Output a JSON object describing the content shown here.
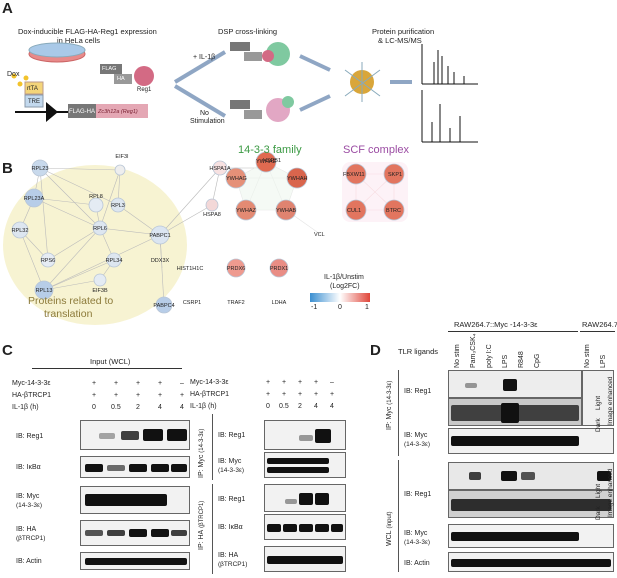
{
  "panel_a": {
    "letter": "A",
    "step1_title": "Dox-inducible FLAG-HA-Reg1 expression",
    "step1_sub": "in HeLa cells",
    "dox": "Dox",
    "rtta": "rtTA",
    "tre": "TRE",
    "construct_tag": "FLAG-HA",
    "construct_gene": "Zc3h12a (Reg1)",
    "flag": "FLAG",
    "ha": "HA",
    "reg1": "Reg1",
    "step2_title": "DSP cross-linking",
    "il1b": "+ IL-1β",
    "nostim1": "No",
    "nostim2": "Stimulation",
    "step3_title1": "Protein purification",
    "step3_title2": "& LC-MS/MS"
  },
  "panel_b": {
    "letter": "B",
    "family_title": "14-3-3 family",
    "scf_title": "SCF complex",
    "translation_label1": "Proteins related to",
    "translation_label2": "translation",
    "legend_title1": "IL-1β/Unstim",
    "legend_title2": "(Log2FC)",
    "legend_ticks": [
      "-1",
      "0",
      "1"
    ],
    "nodes": [
      "RPL23",
      "EIF3I",
      "RPL23A",
      "RPL3",
      "RPL32",
      "RPL8",
      "RPL6",
      "PABPC1",
      "RPS6",
      "RPL34",
      "DDX3X",
      "RPL13",
      "EIF3B",
      "PABPC4",
      "HSPA1A",
      "HSPB1",
      "HSPA8",
      "HIST1H1C",
      "CSRP1",
      "PRDX6",
      "TRAF2",
      "PRDX1",
      "LDHA",
      "YWHAE",
      "YWHAG",
      "YWHAH",
      "YWHAZ",
      "YWHAB",
      "VCL",
      "FBXW11",
      "SKP1",
      "CUL1",
      "BTRC"
    ]
  },
  "panel_c": {
    "letter": "C",
    "input_title": "Input (WCL)",
    "row_myc": "Myc-14-3-3ε",
    "row_ha": "HA-βTRCP1",
    "row_il": "IL-1β (h)",
    "myc_signs": [
      "+",
      "+",
      "+",
      "+",
      "–"
    ],
    "ha_signs": [
      "+",
      "+",
      "+",
      "+",
      "+"
    ],
    "times": [
      "0",
      "0.5",
      "2",
      "4",
      "4"
    ],
    "ib_reg1": "IB: Reg1",
    "ib_ikba": "IB: IκBα",
    "ib_myc": "IB: Myc",
    "myc_sub": "(14-3-3ε)",
    "ib_ha": "IB: HA",
    "ha_sub": "(βTRCP1)",
    "ib_actin": "IB: Actin",
    "ip_myc": "IP: Myc",
    "ip_ha": "IP: HA"
  },
  "panel_d": {
    "letter": "D",
    "group1": "RAW264.7::Myc -14-3-3ε",
    "group2": "RAW264.7",
    "tlr": "TLR ligands",
    "lanes": [
      "No stim",
      "Pam₃CSK₄",
      "poly I:C",
      "LPS",
      "R848",
      "CpG",
      "No stim",
      "LPS"
    ],
    "image_enhanced": "Image enhanced",
    "light": "Light",
    "dark": "Dark",
    "ip_myc": "IP: Myc",
    "ip_myc_sub": "(14-3-3ε)",
    "wcl": "WCL",
    "wcl_sub": "(input)",
    "ib_reg1": "IB: Reg1",
    "ib_myc": "IB: Myc",
    "myc_sub": "(14-3-3ε)",
    "ib_actin": "IB: Actin"
  }
}
